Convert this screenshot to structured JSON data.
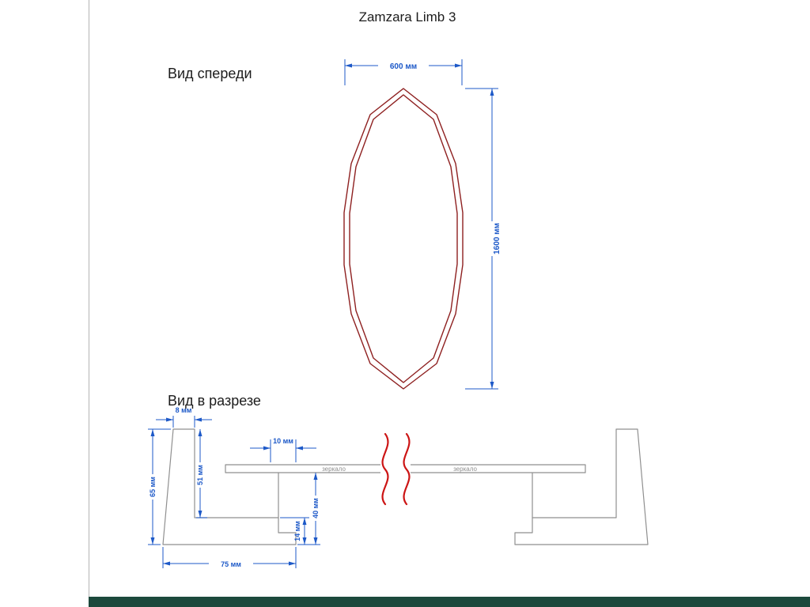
{
  "page": {
    "title": "Zamzara Limb 3"
  },
  "front_view": {
    "label": "Вид спереди",
    "width_dim": "600 мм",
    "height_dim": "1600 мм"
  },
  "section_view": {
    "label": "Вид в разрезе",
    "top_thickness_dim": "8 мм",
    "outer_height_dim": "65 мм",
    "inner_height_dim": "51 мм",
    "glass_inset_dim": "10 мм",
    "cavity_depth_dim": "40 мм",
    "foot_height_dim": "14 мм",
    "base_width_dim": "75 мм",
    "mirror_label_left": "зеркало",
    "mirror_label_right": "зеркало"
  },
  "colors": {
    "dim_blue": "#1d59c8",
    "shape_red": "#8e2020",
    "break_red": "#cc1414",
    "outline_gray": "#8f8f8f",
    "text_dark": "#1c1c1c",
    "footer_teal": "#1c493c",
    "frame_gray": "#b5b5b5"
  }
}
